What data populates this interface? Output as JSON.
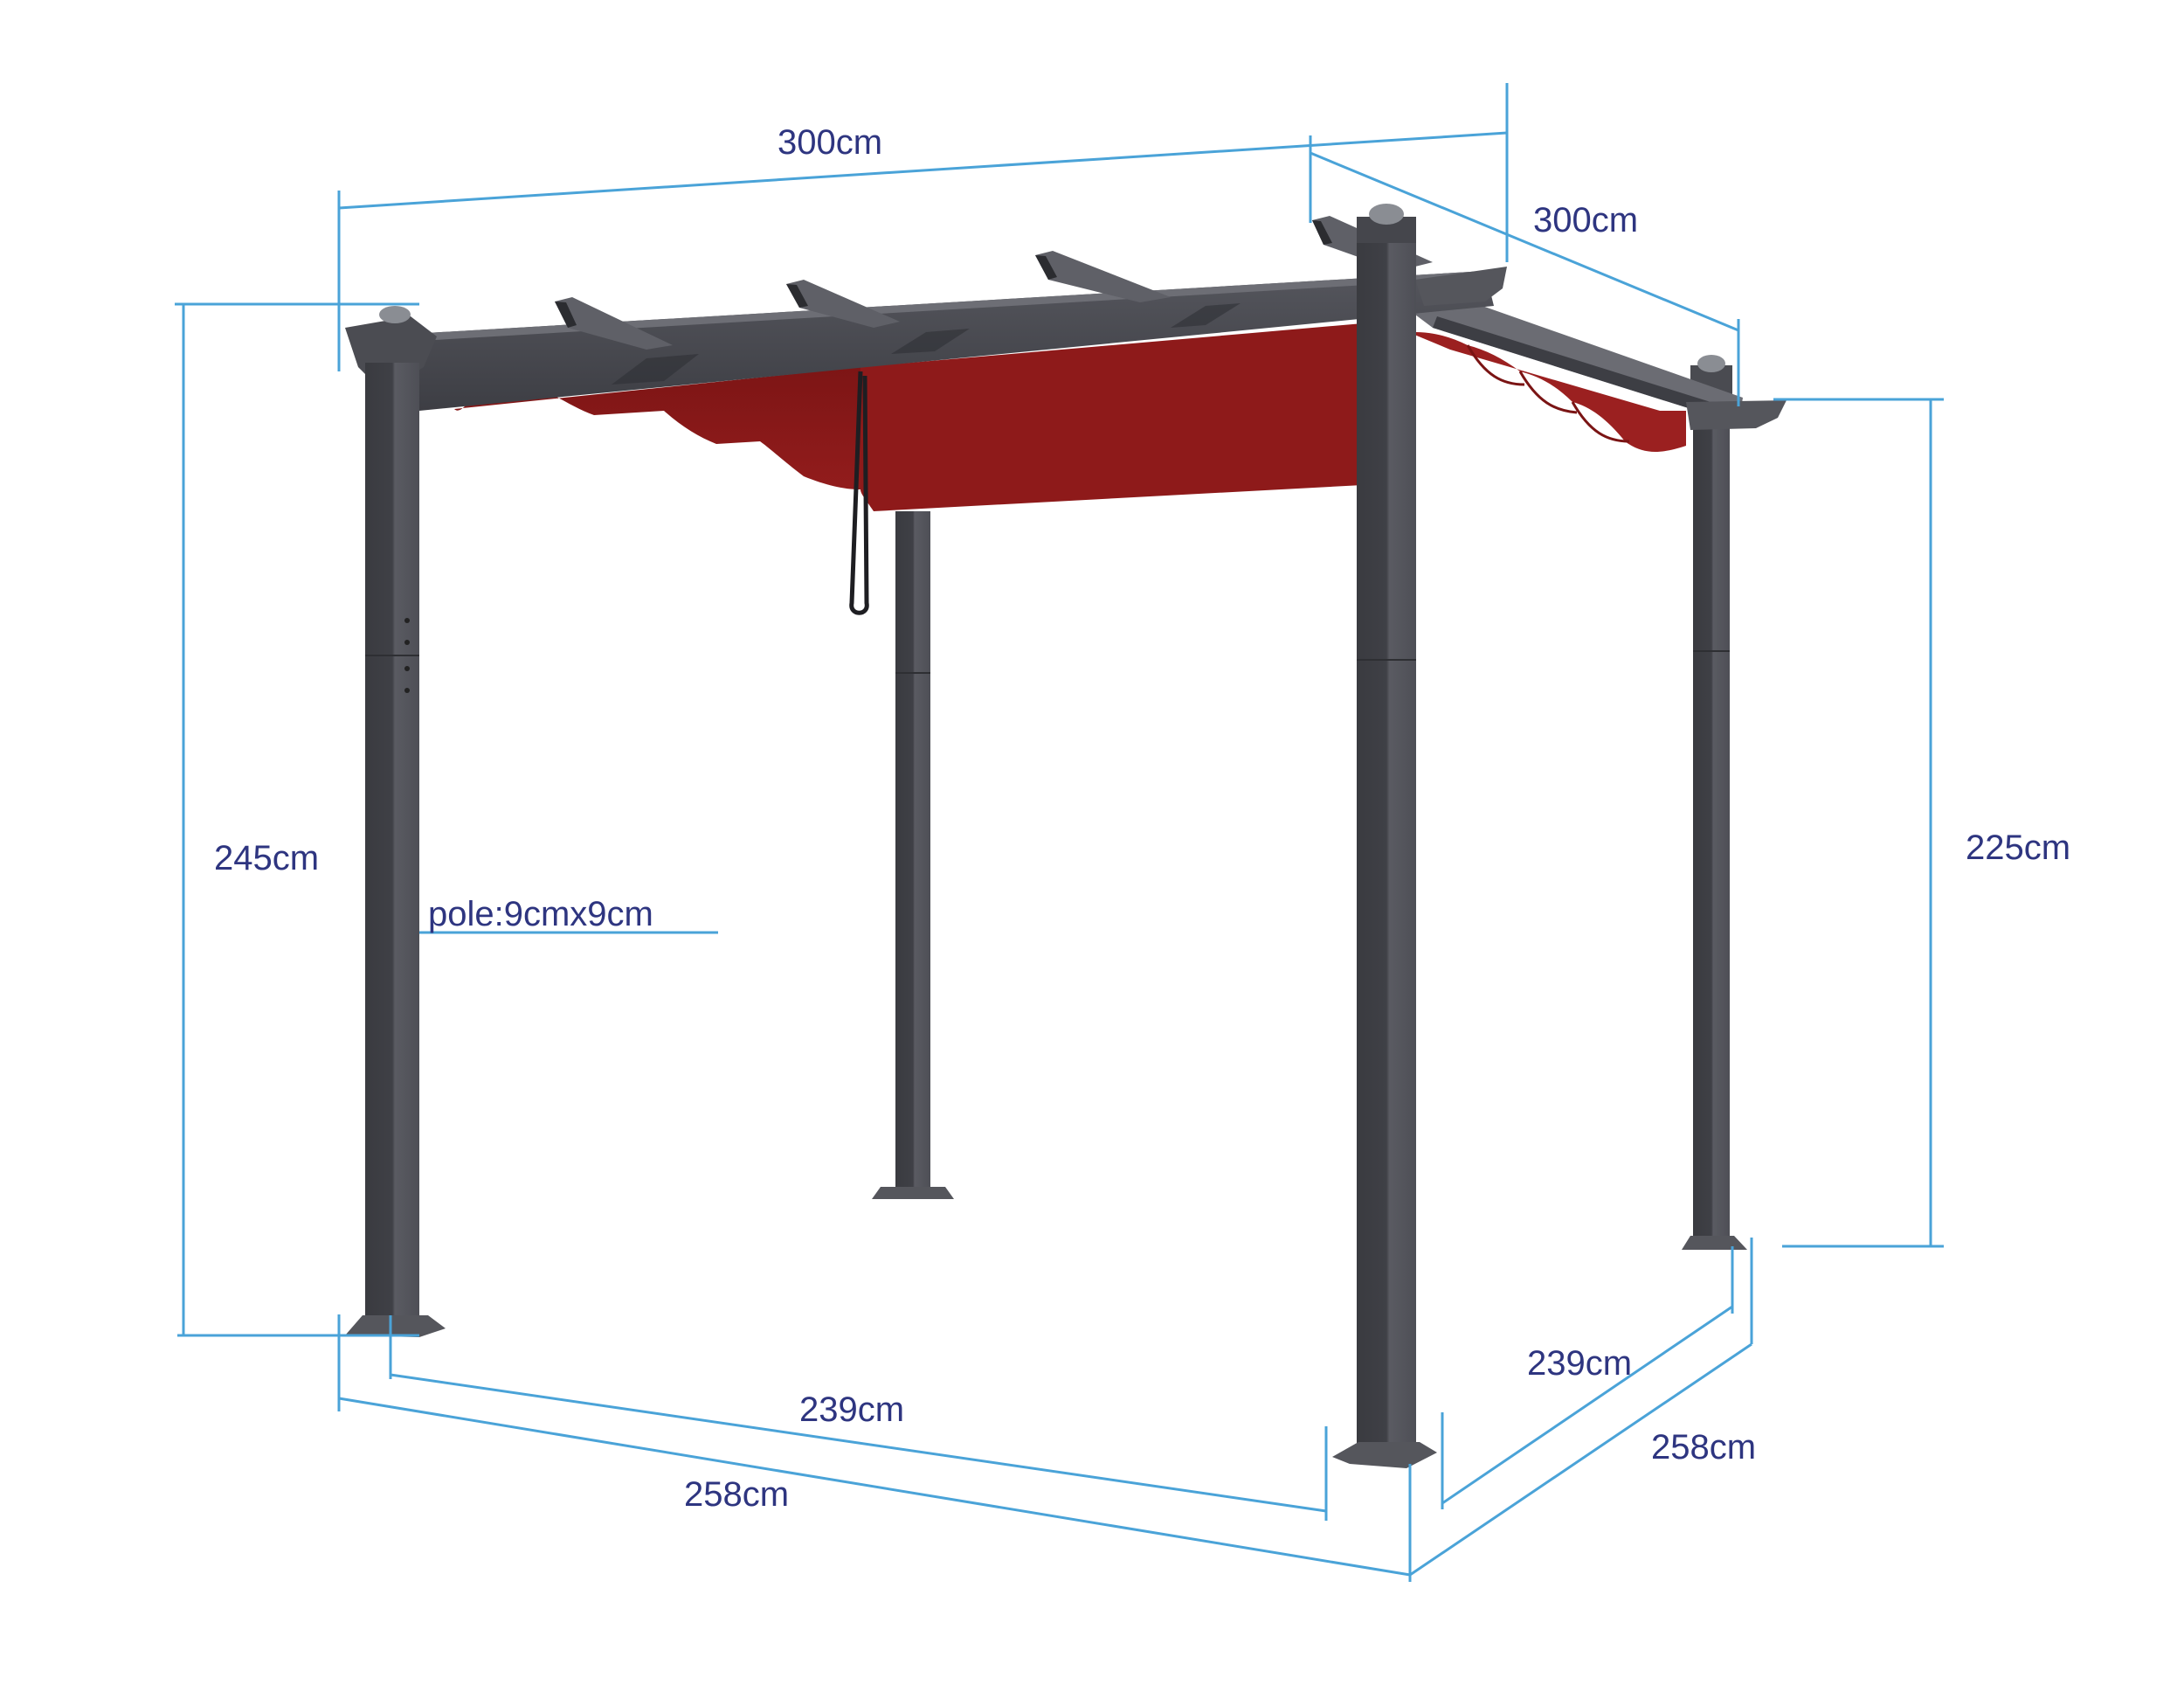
{
  "figure": {
    "subject": "Retractable canopy pergola with dimensions",
    "colors": {
      "dimension_line": "#4aa3d8",
      "label_text": "#2e3580",
      "frame": "#4a4b52",
      "frame_dark": "#35363b",
      "frame_light": "#6b6c73",
      "canopy": "#8e1a1a",
      "canopy_shade": "#7a1414",
      "background": "#ffffff"
    }
  },
  "dimensions": {
    "top_width": {
      "label": "300cm"
    },
    "top_depth": {
      "label": "300cm"
    },
    "left_height": {
      "label": "245cm"
    },
    "right_height": {
      "label": "225cm"
    },
    "pole": {
      "label": "pole:9cmx9cm"
    },
    "front_inner": {
      "label": "239cm"
    },
    "front_outer": {
      "label": "258cm"
    },
    "side_inner": {
      "label": "239cm"
    },
    "side_outer": {
      "label": "258cm"
    }
  }
}
